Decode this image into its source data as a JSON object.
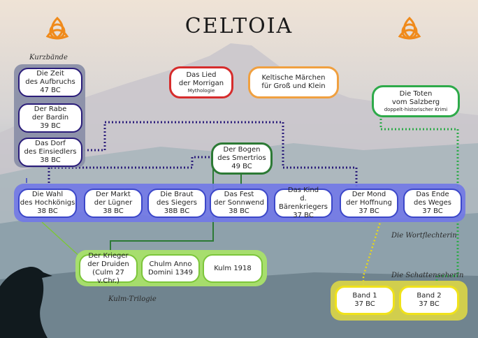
{
  "title": "CELTOIA",
  "groups": {
    "kurzbaende": "Kurzbände",
    "wortflechterin": "Die Wortflechterin",
    "kulm_trilogie": "Kulm-Trilogie",
    "schattenseherin": "Die Schattenseherin"
  },
  "kurzbaende": [
    {
      "l1": "Die Zeit",
      "l2": "des Aufbruchs",
      "l3": "47 BC"
    },
    {
      "l1": "Der Rabe",
      "l2": "der Bardin",
      "l3": "39 BC"
    },
    {
      "l1": "Das Dorf",
      "l2": "des Einsiedlers",
      "l3": "38 BC"
    }
  ],
  "standalone": {
    "lied": {
      "l1": "Das Lied",
      "l2": "der Morrigan",
      "sub": "Mythologie"
    },
    "maerchen": {
      "l1": "Keltische Märchen",
      "l2": "für Groß und Klein"
    },
    "toten": {
      "l1": "Die Toten",
      "l2": "vom Salzberg",
      "sub": "doppelt-historischer Krimi"
    },
    "bogen": {
      "l1": "Der Bogen",
      "l2": "des Smertrios",
      "l3": "49 BC"
    }
  },
  "wortflechterin": [
    {
      "l1": "Die Wahl",
      "l2": "des Hochkönigs",
      "l3": "38 BC"
    },
    {
      "l1": "Der Markt",
      "l2": "der Lügner",
      "l3": "38 BC"
    },
    {
      "l1": "Die Braut",
      "l2": "des Siegers",
      "l3": "38B BC"
    },
    {
      "l1": "Das Fest",
      "l2": "der Sonnwend",
      "l3": "38 BC"
    },
    {
      "l1": "Das Kind",
      "l2": "d. Bärenkriegers",
      "l3": "37 BC"
    },
    {
      "l1": "Der Mond",
      "l2": "der Hoffnung",
      "l3": "37 BC"
    },
    {
      "l1": "Das Ende",
      "l2": "des Weges",
      "l3": "37 BC"
    }
  ],
  "kulm": [
    {
      "l1": "Der Krieger",
      "l2": "der Druiden",
      "l3": "(Culm 27 v.Chr.)"
    },
    {
      "l1": "Chulm Anno",
      "l2": "Domini 1349",
      "l3": ""
    },
    {
      "l1": "Kulm 1918",
      "l2": "",
      "l3": ""
    }
  ],
  "schatten": [
    {
      "l1": "Band 1",
      "l2": "37 BC"
    },
    {
      "l1": "Band 2",
      "l2": "37 BC"
    }
  ],
  "colors": {
    "kurz_border": "#2b1d7a",
    "kurz_panel": "#8a8fa8",
    "wort_panel": "#7278e6",
    "wort_border": "#3c47c9",
    "kulm_panel": "#a9e26a",
    "kulm_border": "#7cc63a",
    "schatten_panel": "#d6d24a",
    "schatten_border": "#f0e21a",
    "lied_border": "#d62c2c",
    "maerchen_border": "#f0a040",
    "toten_border": "#2eaa4a",
    "bogen_border": "#2c7a35",
    "triquetra": "#f08a1a"
  },
  "icons": [
    "triquetra-icon-left",
    "triquetra-icon-right",
    "raven-silhouette"
  ]
}
